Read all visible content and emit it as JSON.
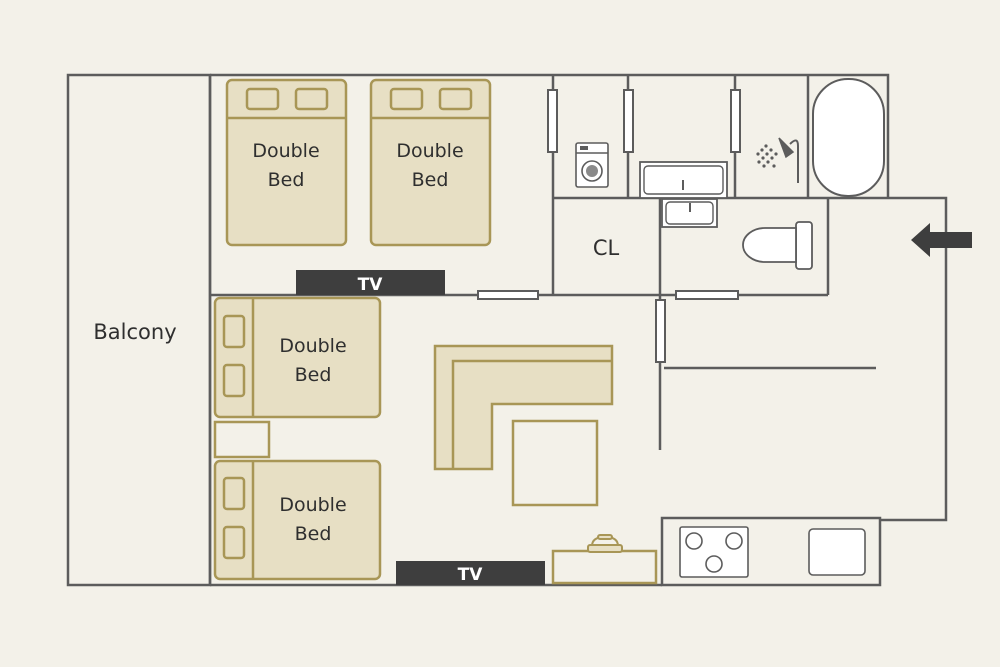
{
  "rooms": {
    "balcony": "Balcony",
    "closet": "CL"
  },
  "beds": [
    {
      "line1": "Double",
      "line2": "Bed"
    },
    {
      "line1": "Double",
      "line2": "Bed"
    },
    {
      "line1": "Double",
      "line2": "Bed"
    },
    {
      "line1": "Double",
      "line2": "Bed"
    }
  ],
  "tvs": [
    "TV",
    "TV"
  ],
  "colors": {
    "background": "#f3f1e9",
    "wall": "#5c5c5c",
    "furniture_fill": "#e7dfc4",
    "furniture_stroke": "#a89656",
    "tv": "#3e3e3e"
  },
  "icons": [
    "washing-machine-icon",
    "shower-icon",
    "toilet-icon",
    "bathtub-icon",
    "stove-icon",
    "telephone-icon",
    "entrance-arrow-icon"
  ]
}
